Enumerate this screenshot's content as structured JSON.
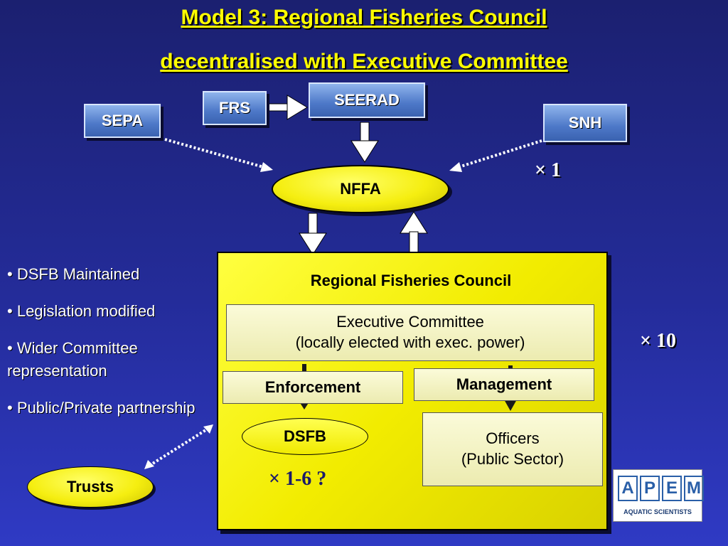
{
  "title": {
    "line1": "Model 3: Regional Fisheries  Council",
    "line2": "decentralised with Executive Committee"
  },
  "boxes": {
    "frs": "FRS",
    "seerad": "SEERAD",
    "sepa": "SEPA",
    "snh": "SNH"
  },
  "nffa": "NFFA",
  "multipliers": {
    "national": "× 1",
    "regional": "× 10",
    "dsfb": "× 1-6 ?"
  },
  "council": {
    "title": "Regional Fisheries Council",
    "exec_line1": "Executive Committee",
    "exec_line2": "(locally elected with exec. power)",
    "enforcement": "Enforcement",
    "management": "Management",
    "dsfb": "DSFB",
    "officers_line1": "Officers",
    "officers_line2": "(Public Sector)"
  },
  "bullets": [
    "DSFB Maintained",
    "Legislation modified",
    "Wider Committee representation",
    "Public/Private partnership"
  ],
  "trusts": "Trusts",
  "logo": {
    "letters": [
      "A",
      "P",
      "E",
      "M"
    ],
    "subtitle": "AQUATIC SCIENTISTS"
  },
  "colors": {
    "background": "#242c9a",
    "title": "#ffff00",
    "council_fill": "#f2ec00",
    "box_blue": "#4d78c8"
  }
}
